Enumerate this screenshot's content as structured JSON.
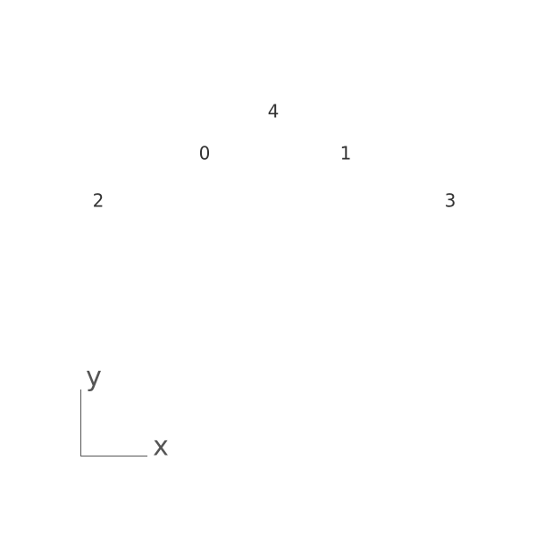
{
  "nodes": [
    {
      "label": "0"
    },
    {
      "label": "1"
    },
    {
      "label": "2"
    },
    {
      "label": "3"
    },
    {
      "label": "4"
    }
  ],
  "axes": {
    "x_label": "x",
    "y_label": "y"
  }
}
